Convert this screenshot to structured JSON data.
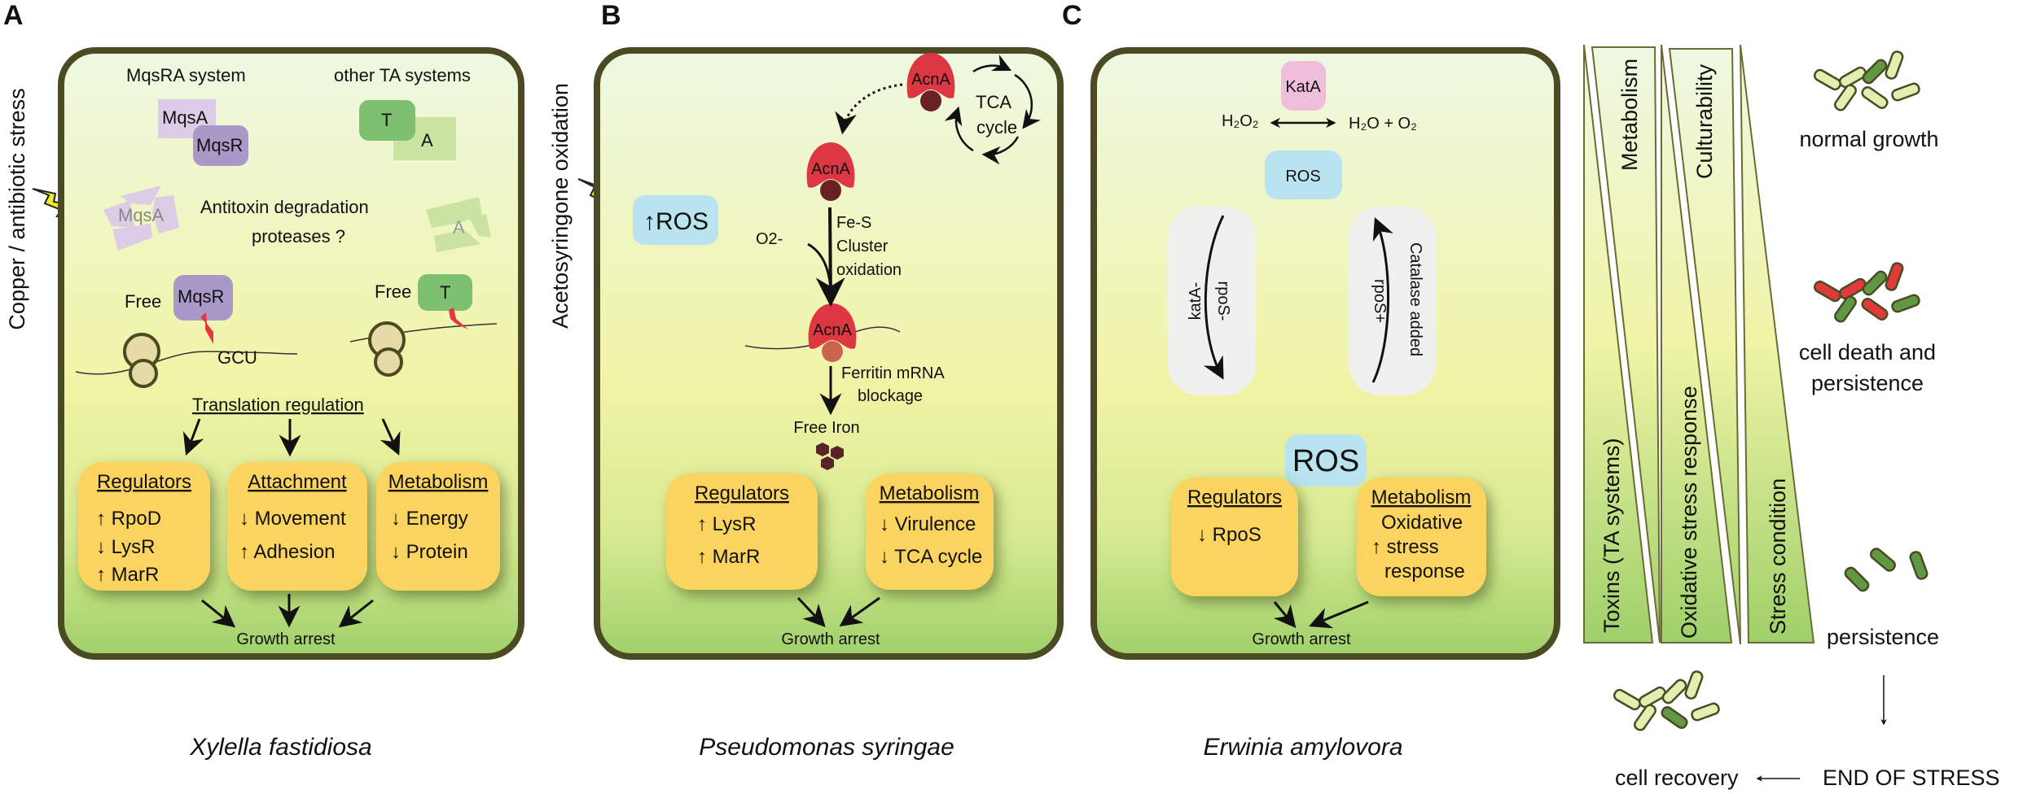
{
  "panel_labels": [
    "A",
    "B",
    "C"
  ],
  "colors": {
    "cell_border": "#4b4a23",
    "yellow_box": "#fbd35e",
    "mqsR": "#a999c9",
    "mqsA": "#dccce6",
    "toxin_T": "#7dc06f",
    "antitoxin_A": "#c9e3a0",
    "ros": "#b9e3ef",
    "acnA": "#dc3743",
    "katA": "#f0bedb",
    "bacteria_light": "#e0f0b0",
    "bacteria_dark": "#609844",
    "bacteria_dead": "#e03a3a"
  },
  "panelA": {
    "side_label": "Copper / antibiotic stress",
    "mqsra_title": "MqsRA system",
    "other_title": "other TA systems",
    "mqsA": "MqsA",
    "mqsR": "MqsR",
    "T": "T",
    "A": "A",
    "degradation_line1": "Antitoxin degradation",
    "degradation_line2": "proteases ?",
    "free": "Free",
    "gcu": "GCU",
    "translation": "Translation regulation",
    "boxes": [
      {
        "title": "Regulators",
        "items": [
          "↑ RpoD",
          "↓ LysR",
          "↑ MarR"
        ]
      },
      {
        "title": "Attachment",
        "items": [
          "↓ Movement",
          "↑ Adhesion"
        ]
      },
      {
        "title": "Metabolism",
        "items": [
          "↓ Energy",
          "↓ Protein"
        ]
      }
    ],
    "growth_arrest": "Growth arrest",
    "species": "Xylella fastidiosa"
  },
  "panelB": {
    "side_label": "Acetosyringone oxidation",
    "ros": "↑ROS",
    "acnA": "AcnA",
    "tca1": "TCA",
    "tca2": "cycle",
    "o2": "O2-",
    "fes1": "Fe-S",
    "fes2": "Cluster",
    "fes3": "oxidation",
    "ferritin1": "Ferritin mRNA",
    "ferritin2": "blockage",
    "free_iron": "Free Iron",
    "boxes": [
      {
        "title": "Regulators",
        "items": [
          "↑ LysR",
          "↑ MarR"
        ]
      },
      {
        "title": "Metabolism",
        "items": [
          "↓ Virulence",
          "↓ TCA cycle"
        ]
      }
    ],
    "growth_arrest": "Growth arrest",
    "species": "Pseudomonas syringae"
  },
  "panelC": {
    "katA": "KatA",
    "h2o2": "H₂O₂",
    "products": "H₂O + O₂",
    "ros_small": "ROS",
    "left1": "katA-",
    "left2": "rpoS-",
    "right1": "Catalase added",
    "right2": "rpoS+",
    "ros_big": "ROS",
    "boxes": [
      {
        "title": "Regulators",
        "items": [
          "↓ RpoS"
        ]
      },
      {
        "title": "Metabolism",
        "items": [
          "Oxidative",
          "↑ stress",
          "response"
        ]
      }
    ],
    "growth_arrest": "Growth arrest",
    "species": "Erwinia amylovora"
  },
  "gradients": {
    "toxins": "Toxins (TA systems)",
    "metabolism": "Metabolism",
    "oxidative": "Oxidative stress response",
    "culturability": "Culturability",
    "stress": "Stress condition"
  },
  "states": {
    "normal": "normal growth",
    "death1": "cell death  and",
    "death2": "persistence",
    "persistence": "persistence",
    "end": "END OF STRESS",
    "recovery": "cell recovery",
    "normal_cells": [
      "light",
      "light",
      "dark",
      "light",
      "light",
      "light",
      "light"
    ],
    "death_cells": [
      "dead",
      "dead",
      "dark",
      "dead",
      "dark",
      "dead",
      "dark"
    ],
    "persistence_cells": [
      "dark",
      "dark",
      "dark"
    ],
    "recovery_cells": [
      "light",
      "light",
      "light",
      "light",
      "light",
      "dark",
      "light"
    ]
  }
}
